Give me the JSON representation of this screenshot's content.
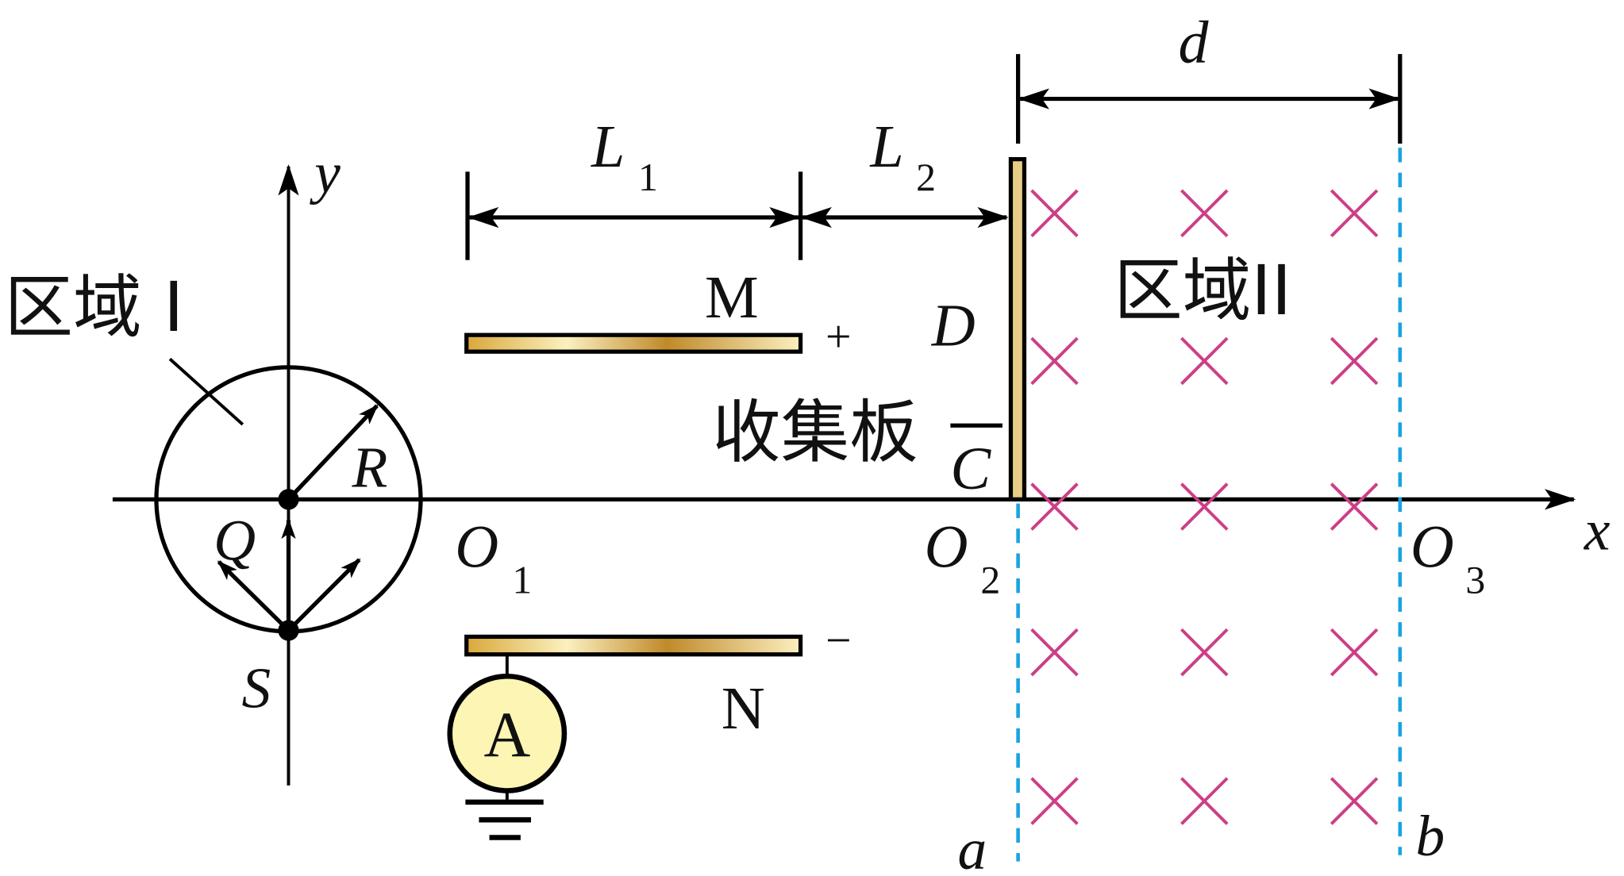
{
  "region1_label": "区域 I",
  "region2_label": "区域II",
  "collector_label": "收集板",
  "labels": {
    "y": "y",
    "x": "x",
    "R": "R",
    "Q": "Q",
    "S": "S",
    "O1": "O",
    "O1_sub": "1",
    "O2": "O",
    "O2_sub": "2",
    "O3": "O",
    "O3_sub": "3",
    "M": "M",
    "N": "N",
    "plus": "+",
    "minus": "−",
    "D": "D",
    "C": "C",
    "L1": "L",
    "L1_sub": "1",
    "L2": "L",
    "L2_sub": "2",
    "d": "d",
    "a": "a",
    "b": "b",
    "ammeter": "A"
  },
  "colors": {
    "field_cross": "#cc3f86",
    "boundary": "#1aa3e0",
    "plate": "#c9962f",
    "ammeter_fill": "#fdf5b3"
  }
}
